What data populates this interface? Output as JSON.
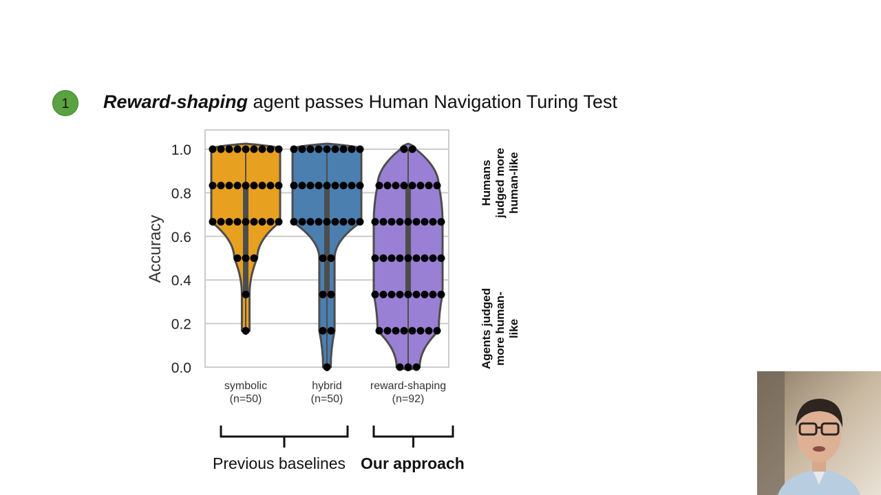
{
  "slide": {
    "step_number": "1",
    "title_emphasis": "Reward-shaping",
    "title_rest": " agent passes Human Navigation Turing Test",
    "bracket_left_label": "Previous baselines",
    "bracket_right_label": "Our approach",
    "annotation_top": [
      "Humans",
      "judged more",
      "human-like"
    ],
    "annotation_bottom": [
      "Agents judged",
      "more human-",
      "like"
    ]
  },
  "colors": {
    "symbolic": "#e8a020",
    "hybrid": "#4a7fb0",
    "reward_shaping": "#9a80d4",
    "outline": "#4d4d4d",
    "dots": "#000000",
    "grid": "#cccccc",
    "badge": "#5aa340"
  },
  "webcam": {
    "icon": "presenter-webcam-icon"
  },
  "chart_data": {
    "type": "violin",
    "title": "",
    "ylabel": "Accuracy",
    "xlabel": "",
    "ylim": [
      0,
      1.08
    ],
    "yticks": [
      "0.0",
      "0.2",
      "0.4",
      "0.6",
      "0.8",
      "1.0"
    ],
    "grid": true,
    "categories": [
      "symbolic\n(n=50)",
      "hybrid\n(n=50)",
      "reward-shaping\n(n=92)"
    ],
    "category_names": [
      "symbolic",
      "hybrid",
      "reward-shaping"
    ],
    "category_counts": [
      "(n=50)",
      "(n=50)",
      "(n=92)"
    ],
    "series": [
      {
        "name": "symbolic",
        "points": [
          {
            "y": 1.0,
            "count": 9
          },
          {
            "y": 0.8333,
            "count": 9
          },
          {
            "y": 0.6667,
            "count": 9
          },
          {
            "y": 0.5,
            "count": 3
          },
          {
            "y": 0.3333,
            "count": 1
          },
          {
            "y": 0.1667,
            "count": 1
          }
        ]
      },
      {
        "name": "hybrid",
        "points": [
          {
            "y": 1.0,
            "count": 9
          },
          {
            "y": 0.8333,
            "count": 9
          },
          {
            "y": 0.6667,
            "count": 9
          },
          {
            "y": 0.5,
            "count": 2
          },
          {
            "y": 0.3333,
            "count": 2
          },
          {
            "y": 0.1667,
            "count": 2
          },
          {
            "y": 0.0,
            "count": 1
          }
        ]
      },
      {
        "name": "reward-shaping",
        "points": [
          {
            "y": 1.0,
            "count": 2
          },
          {
            "y": 0.8333,
            "count": 8
          },
          {
            "y": 0.6667,
            "count": 9
          },
          {
            "y": 0.5,
            "count": 9
          },
          {
            "y": 0.3333,
            "count": 9
          },
          {
            "y": 0.1667,
            "count": 8
          },
          {
            "y": 0.0,
            "count": 3
          }
        ]
      }
    ]
  }
}
